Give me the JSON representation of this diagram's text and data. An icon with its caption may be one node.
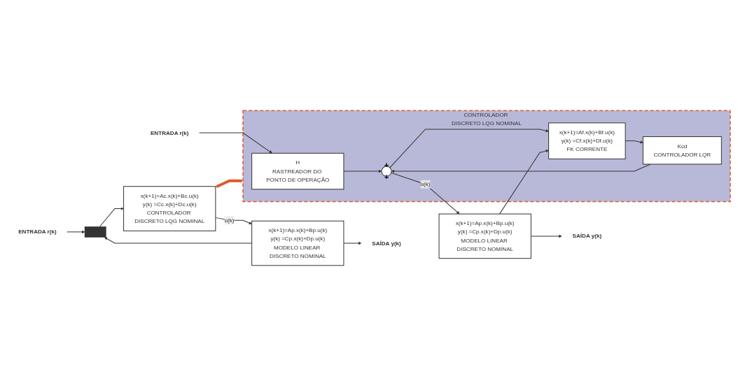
{
  "diagram": {
    "nodes": [
      {
        "text": [
          "ENTRADA r(k)"
        ]
      },
      {
        "text": [],
        "shape": "bar"
      },
      {
        "text": [
          "x(k+1)=Ac.x(k)+Bc.u(k)",
          "y(k) =Cc.x(k)+Dc.u(k)",
          "CONTROLADOR DISCRETO LQG NOMINAL"
        ]
      },
      {
        "text": [
          "x(k+1)=Ap.x(k)+Bp.u(k)",
          "y(k) =Cp.x(k)+Dp.u(k)",
          "MODELO LINEAR DISCRETO NOMINAL"
        ]
      },
      {
        "text": [
          "SAÍDA y(k)"
        ]
      },
      {
        "text": [
          "CONTROLADOR DISCRETO LQG NOMINAL"
        ]
      },
      {
        "text": [
          "ENTRADA r(k)"
        ]
      },
      {
        "text": [
          "H",
          "RASTREADOR DO PONTO DE OPERAÇÃO"
        ],
        "in": 5
      },
      {
        "text": [
          "+",
          "+"
        ],
        "in": 5
      },
      {
        "text": [
          "x(k+1)=Ap.x(k)+Bp.u(k)",
          "y(k) =Cp.x(k)+Dp.u(k)",
          "MODELO LINEAR DISCRETO NOMINAL"
        ]
      },
      {
        "text": [
          "SAÍDA y(k)"
        ]
      },
      {
        "text": [
          "x(k+1)=Af.x(k)+Bf.u(k)",
          "y(k) =Cf.x(k)+Df.u(k)",
          "FK CORRENTE"
        ],
        "in": 5
      },
      {
        "text": [
          "Kcd",
          "CONTROLADOR LQR"
        ],
        "in": 5
      }
    ],
    "edges": [
      {
        "from": 0,
        "to": 1,
        "arrow": "to"
      },
      {
        "from": 1,
        "to": 2,
        "arrow": "to"
      },
      {
        "from": 2,
        "to": 3,
        "arrow": "to",
        "label": "u(k)"
      },
      {
        "from": 3,
        "to": 4,
        "arrow": "to"
      },
      {
        "from": 3,
        "to": 1,
        "arrow": "to"
      },
      {
        "from": 2,
        "to": 5,
        "arrow": "both",
        "style": "thick",
        "color": "#e05a28"
      },
      {
        "from": 6,
        "to": 7,
        "arrow": "to"
      },
      {
        "from": 7,
        "to": 8,
        "arrow": "to"
      },
      {
        "from": 8,
        "to": 9,
        "arrow": "to",
        "label": "u(k)"
      },
      {
        "from": 8,
        "to": 11,
        "arrow": "to"
      },
      {
        "from": 9,
        "to": 10,
        "arrow": "to"
      },
      {
        "from": 9,
        "to": 11,
        "arrow": "to"
      },
      {
        "from": 11,
        "to": 12,
        "arrow": "to"
      },
      {
        "from": 12,
        "to": 8,
        "arrow": "to"
      }
    ]
  }
}
